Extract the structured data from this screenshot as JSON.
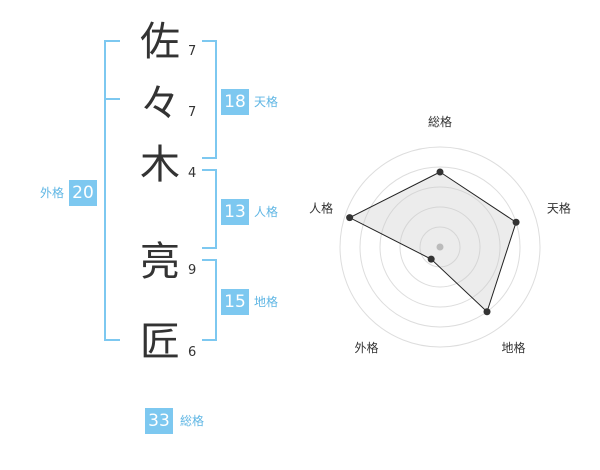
{
  "name": {
    "chars": [
      {
        "char": "佐",
        "strokes": "7"
      },
      {
        "char": "々",
        "strokes": "7"
      },
      {
        "char": "木",
        "strokes": "4"
      },
      {
        "char": "亮",
        "strokes": "9"
      },
      {
        "char": "匠",
        "strokes": "6"
      }
    ]
  },
  "fortunes": {
    "tenkaku": {
      "value": "18",
      "label": "天格"
    },
    "jinkaku": {
      "value": "13",
      "label": "人格"
    },
    "chikaku": {
      "value": "15",
      "label": "地格"
    },
    "gaikaku": {
      "value": "20",
      "label": "外格"
    },
    "soukaku": {
      "value": "33",
      "label": "総格"
    }
  },
  "accent_color": "#7dc8f0",
  "radar": {
    "axes": [
      {
        "label": "総格",
        "value": 0.75
      },
      {
        "label": "天格",
        "value": 0.8
      },
      {
        "label": "地格",
        "value": 0.8
      },
      {
        "label": "外格",
        "value": 0.15
      },
      {
        "label": "人格",
        "value": 0.95
      }
    ]
  }
}
